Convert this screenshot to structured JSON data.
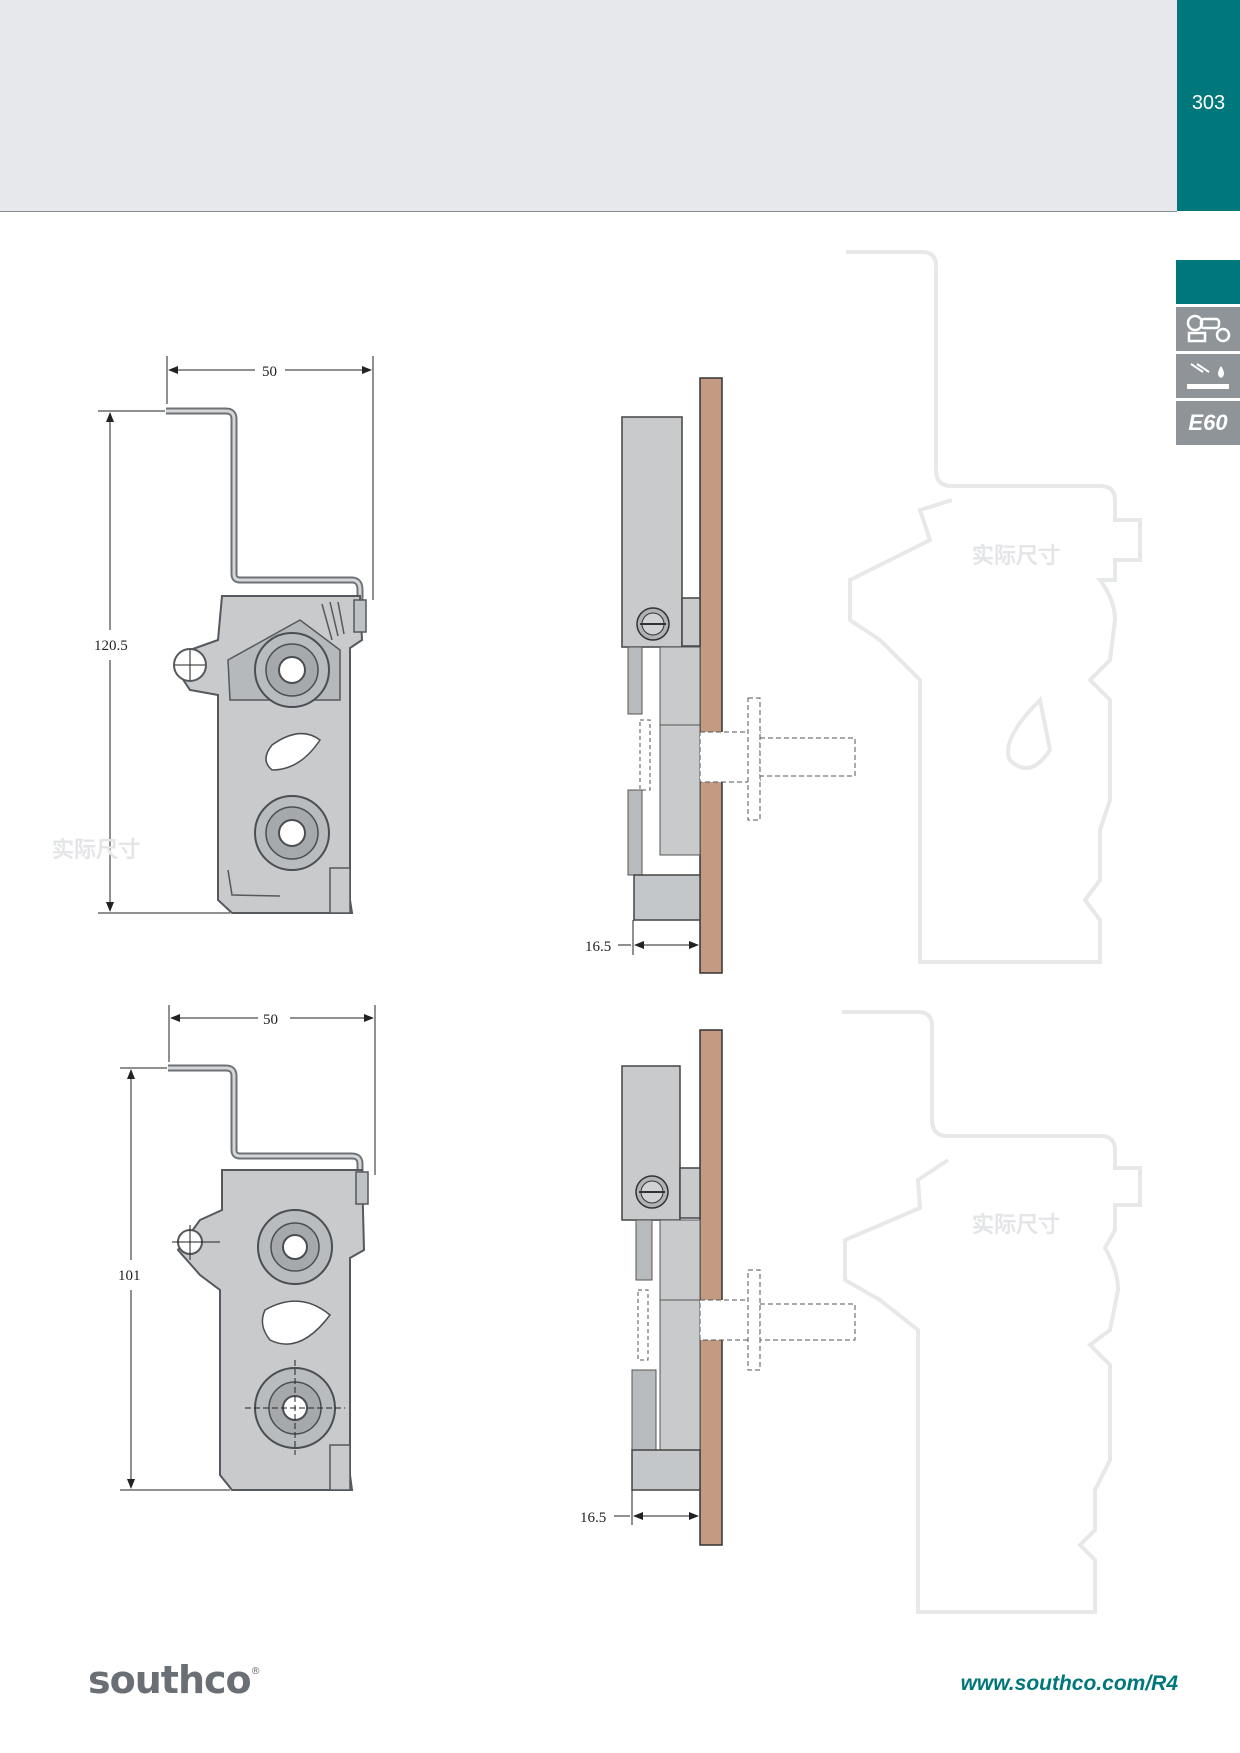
{
  "header": {
    "page_number": "303"
  },
  "side_tabs": [
    {
      "icon": "rotary-latch-icon",
      "label": ""
    },
    {
      "icon": "environment-resistance-icon",
      "label": ""
    },
    {
      "icon": "e60-flame-icon",
      "label": "E60"
    }
  ],
  "watermark": {
    "text": "实际尺寸"
  },
  "upper_assembly": {
    "front_view": {
      "width_label": "50",
      "height_label": "120.5"
    },
    "side_view": {
      "offset_label": "16.5"
    }
  },
  "lower_assembly": {
    "front_view": {
      "width_label": "50",
      "height_label": "101"
    },
    "side_view": {
      "offset_label": "16.5"
    }
  },
  "footer": {
    "brand": "southco",
    "registered_mark": "®",
    "url": "www.southco.com/R4"
  },
  "colors": {
    "teal": "#00777a",
    "panel": "#c49a82",
    "part": "#c8cacc",
    "part_dark": "#9a9da0"
  }
}
